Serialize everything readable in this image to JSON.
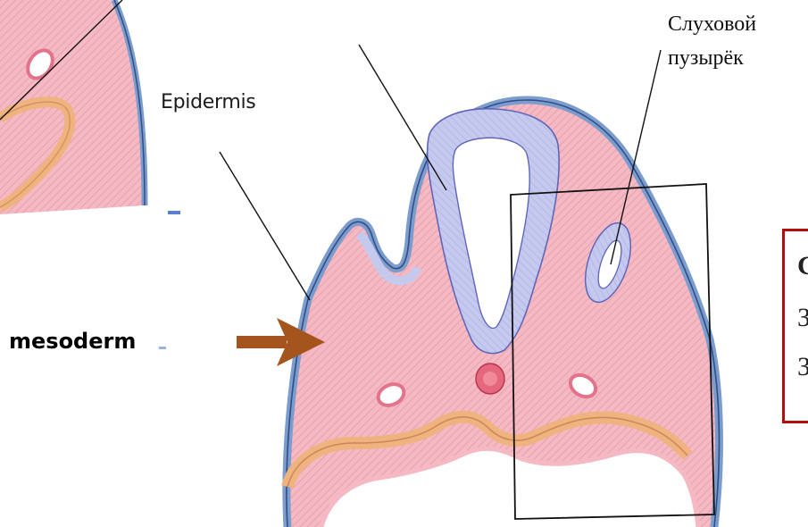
{
  "labels": {
    "epidermis": "Epidermis",
    "otic_vesicle_line1": "Слуховой",
    "otic_vesicle_line2": "пузырёк",
    "mesoderm": "mesoderm"
  },
  "callout": {
    "line1": "С",
    "line2": "З",
    "line3": "З"
  },
  "colors": {
    "mesoderm_fill": "#f3b6c0",
    "epidermis_outline": "#7b9ccc",
    "neural_tube": "#bfc3ea",
    "endoderm": "#f2c690",
    "arrow": "#a4541c",
    "callout_border": "#b30d0d"
  }
}
